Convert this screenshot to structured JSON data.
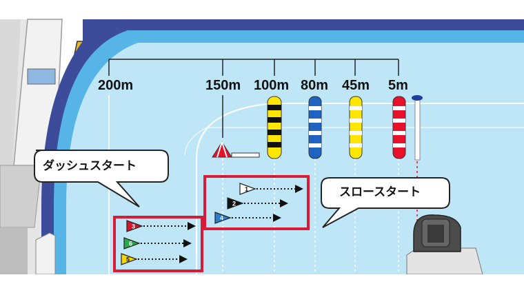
{
  "distances": [
    {
      "label": "200m"
    },
    {
      "label": "150m"
    },
    {
      "label": "100m"
    },
    {
      "label": "80m"
    },
    {
      "label": "45m"
    },
    {
      "label": "5m"
    }
  ],
  "callouts": {
    "dash_start": "ダッシュスタート",
    "slow_start": "スロースタート"
  },
  "boats": {
    "slow_group": [
      {
        "number": "1",
        "color": "#ffffff"
      },
      {
        "number": "2",
        "color": "#111111"
      },
      {
        "number": "4",
        "color": "#2c7fd0"
      }
    ],
    "dash_group": [
      {
        "number": "3",
        "color": "#d4142a"
      },
      {
        "number": "6",
        "color": "#2aa84a"
      },
      {
        "number": "5",
        "color": "#f2d600"
      }
    ]
  },
  "colors": {
    "water": "#bfe6f7",
    "track_lane": "#56b4e6",
    "outer_wall": "#3c4b9a",
    "highlight_box": "#d81b36",
    "marker_yellow": "#ffe600",
    "marker_blue": "#1f64c0",
    "marker_red": "#e8102a"
  }
}
